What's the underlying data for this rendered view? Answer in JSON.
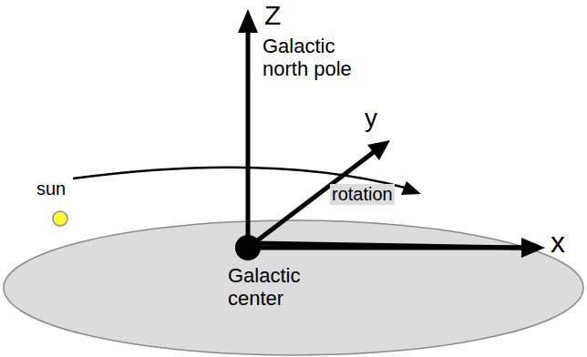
{
  "diagram": {
    "labels": [
      "Z",
      "Galactic north pole",
      "y",
      "sun",
      "rotation",
      "x",
      "Galactic center"
    ]
  }
}
